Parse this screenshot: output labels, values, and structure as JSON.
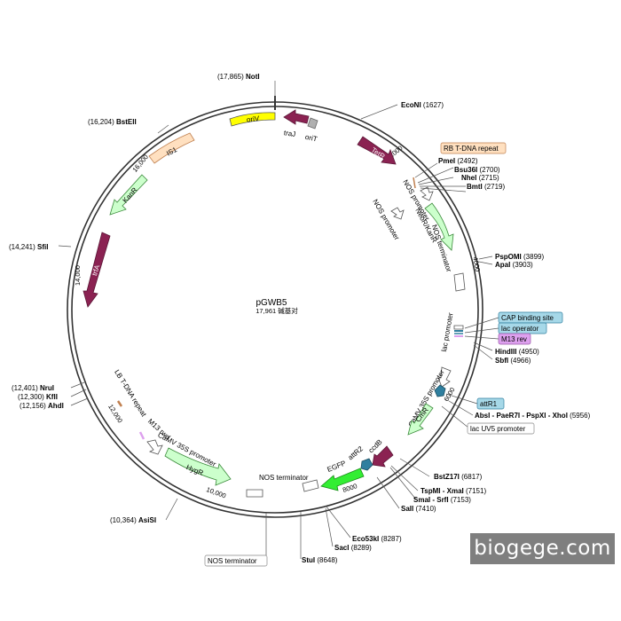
{
  "plasmid": {
    "name": "pGWB5",
    "size": "17,961 碱基对"
  },
  "ticks": [
    "2000",
    "4000",
    "6000",
    "8000",
    "10,000",
    "12,000",
    "14,000",
    "16,000"
  ],
  "sites": [
    {
      "key": "noti",
      "pos": "(17,865)",
      "name": "NotI"
    },
    {
      "key": "econi",
      "pos": "(1627)",
      "name": "EcoNI"
    },
    {
      "key": "bsteii",
      "pos": "(16,204)",
      "name": "BstEII"
    },
    {
      "key": "pmei",
      "pos": "(2492)",
      "name": "PmeI"
    },
    {
      "key": "bsu36i",
      "pos": "(2700)",
      "name": "Bsu36I"
    },
    {
      "key": "nhei",
      "pos": "(2715)",
      "name": "NheI"
    },
    {
      "key": "bmti",
      "pos": "(2719)",
      "name": "BmtI"
    },
    {
      "key": "sfii",
      "pos": "(14,241)",
      "name": "SfiI"
    },
    {
      "key": "pspomi",
      "pos": "(3899)",
      "name": "PspOMI"
    },
    {
      "key": "apai",
      "pos": "(3903)",
      "name": "ApaI"
    },
    {
      "key": "hindiii",
      "pos": "(4950)",
      "name": "HindIII"
    },
    {
      "key": "sbfi",
      "pos": "(4966)",
      "name": "SbfI"
    },
    {
      "key": "nrui",
      "pos": "(12,401)",
      "name": "NruI"
    },
    {
      "key": "kfli",
      "pos": "(12,300)",
      "name": "KflI"
    },
    {
      "key": "ahdi",
      "pos": "(12,156)",
      "name": "AhdI"
    },
    {
      "key": "absi",
      "pos": "(5956)",
      "name": "AbsI - PaeR7I - PspXI - XhoI"
    },
    {
      "key": "bstz17i",
      "pos": "(6817)",
      "name": "BstZ17I"
    },
    {
      "key": "tspmi",
      "pos": "(7151)",
      "name": "TspMI - XmaI"
    },
    {
      "key": "smai",
      "pos": "(7153)",
      "name": "SmaI - SrfI"
    },
    {
      "key": "sali",
      "pos": "(7410)",
      "name": "SalI"
    },
    {
      "key": "asisi",
      "pos": "(10,364)",
      "name": "AsiSI"
    },
    {
      "key": "eco53ki",
      "pos": "(8287)",
      "name": "Eco53kI"
    },
    {
      "key": "saci",
      "pos": "(8289)",
      "name": "SacI"
    },
    {
      "key": "stui",
      "pos": "(8648)",
      "name": "StuI"
    }
  ],
  "boxed_labels": {
    "rb_tdna": "RB T-DNA repeat",
    "cap_site": "CAP binding site",
    "lac_operator": "lac operator",
    "m13_rev": "M13 rev",
    "attr1": "attR1",
    "lac_uv5": "lac UV5 promoter",
    "nos_term_out": "NOS terminator"
  },
  "features": {
    "oriv": "oriV",
    "traj": "traJ",
    "orit": "oriT",
    "tetr": "TetR",
    "is1": "IS1",
    "kanr_left": "KanR",
    "trfa": "trfA",
    "nos_prom1": "NOS promoter",
    "nos_prom2": "NOS promoter",
    "neor": "NeoR/KanR",
    "nos_term1": "NOS terminator",
    "lac_prom": "lac promoter",
    "camv1": "CaMV 35S promoter",
    "cmr": "CmR",
    "ccdb": "ccdB",
    "attr2": "attR2",
    "egfp": "EGFP",
    "nos_term2": "NOS terminator",
    "hygr": "HygR",
    "camv2": "CaMV 35S promoter",
    "m13_fwd": "M13 rwd",
    "lb_tdna": "LB T-DNA repeat"
  },
  "watermark": "biogege.com",
  "colors": {
    "backbone": "#333333",
    "rep_origin": "#ffff00",
    "maroon": "#8b2252",
    "resistance": "#ccffcc",
    "mobile": "#ffe0c0",
    "egfp": "#33ee33",
    "att": "#2f7f9f",
    "protein_bind": "#a6d8e8",
    "primer": "#dda0ee"
  }
}
